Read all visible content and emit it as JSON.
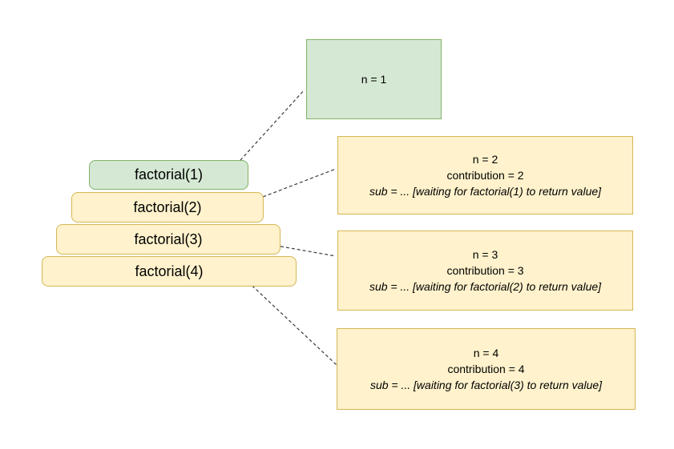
{
  "colors": {
    "green_fill": "#d5e8d4",
    "green_border": "#82b366",
    "yellow_fill": "#fff2cc",
    "yellow_border": "#d6b656",
    "connector_line": "#3a3a3a",
    "text": "#000000",
    "background": "#ffffff"
  },
  "stack": {
    "frames": [
      {
        "label": "factorial(1)"
      },
      {
        "label": "factorial(2)"
      },
      {
        "label": "factorial(3)"
      },
      {
        "label": "factorial(4)"
      }
    ]
  },
  "details": [
    {
      "n": "n = 1"
    },
    {
      "n": "n = 2",
      "contribution": "contribution = 2",
      "sub": "sub = ... [waiting for factorial(1) to return value]"
    },
    {
      "n": "n = 3",
      "contribution": "contribution = 3",
      "sub": "sub = ... [waiting for factorial(2) to return value]"
    },
    {
      "n": "n = 4",
      "contribution": "contribution = 4",
      "sub": "sub = ... [waiting for factorial(3) to return value]"
    }
  ]
}
